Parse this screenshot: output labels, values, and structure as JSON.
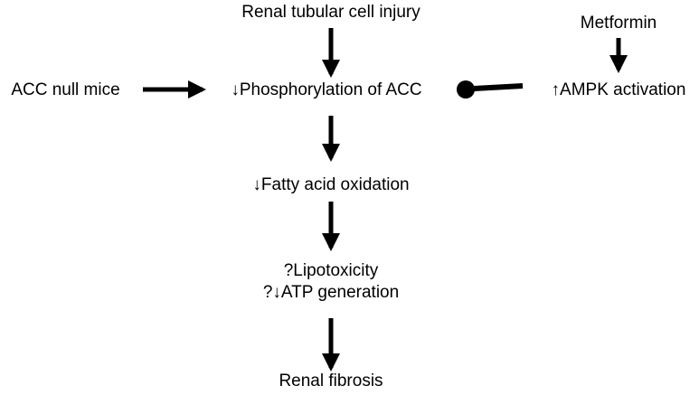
{
  "nodes": {
    "renal_tubular_cell_injury": "Renal tubular cell injury",
    "metformin": "Metformin",
    "acc_null_mice": "ACC null mice",
    "phosphorylation_of_acc": "↓Phosphorylation of ACC",
    "ampk_activation": "↑AMPK activation",
    "fatty_acid_oxidation": "↓Fatty acid oxidation",
    "lipotoxicity": "?Lipotoxicity",
    "atp_generation": "?↓ATP generation",
    "renal_fibrosis": "Renal fibrosis"
  },
  "edges": [
    {
      "from": "renal_tubular_cell_injury",
      "to": "phosphorylation_of_acc",
      "kind": "arrow"
    },
    {
      "from": "metformin",
      "to": "ampk_activation",
      "kind": "arrow"
    },
    {
      "from": "acc_null_mice",
      "to": "phosphorylation_of_acc",
      "kind": "arrow"
    },
    {
      "from": "ampk_activation",
      "to": "phosphorylation_of_acc",
      "kind": "inhibition"
    },
    {
      "from": "phosphorylation_of_acc",
      "to": "fatty_acid_oxidation",
      "kind": "arrow"
    },
    {
      "from": "fatty_acid_oxidation",
      "to": "lipotoxicity",
      "kind": "arrow"
    },
    {
      "from": "atp_generation",
      "to": "renal_fibrosis",
      "kind": "arrow"
    }
  ],
  "colors": {
    "ink": "#000000",
    "background": "#ffffff"
  }
}
